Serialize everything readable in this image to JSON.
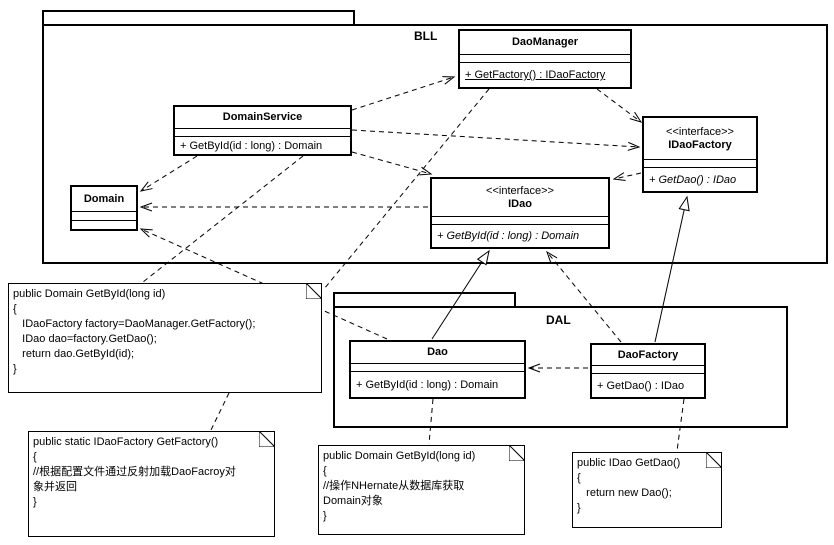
{
  "colors": {
    "line": "#000000",
    "background": "#ffffff"
  },
  "packages": {
    "bll": {
      "label": "BLL"
    },
    "dal": {
      "label": "DAL"
    }
  },
  "classes": {
    "daomanager": {
      "name": "DaoManager",
      "method": "+ GetFactory() : IDaoFactory"
    },
    "domainservice": {
      "name": "DomainService",
      "method": "+ GetById(id : long) : Domain"
    },
    "idaofactory": {
      "stereotype": "<<interface>>",
      "name": "IDaoFactory",
      "method": "+ GetDao() : IDao"
    },
    "idao": {
      "stereotype": "<<interface>>",
      "name": "IDao",
      "method": "+ GetById(id : long) : Domain"
    },
    "domain": {
      "name": "Domain"
    },
    "dao": {
      "name": "Dao",
      "method": "+ GetById(id : long) : Domain"
    },
    "daofactory": {
      "name": "DaoFactory",
      "method": "+ GetDao() : IDao"
    }
  },
  "notes": {
    "domainservice_getbyid": {
      "lines": [
        "public Domain GetById(long id)",
        "{",
        "   IDaoFactory factory=DaoManager.GetFactory();",
        "   IDao dao=factory.GetDao();",
        "   return dao.GetById(id);",
        "}"
      ]
    },
    "daomanager_getfactory": {
      "lines": [
        "public static IDaoFactory GetFactory()",
        "{",
        "//根据配置文件通过反射加载DaoFacroy对",
        "象并返回",
        "}"
      ]
    },
    "dao_getbyid": {
      "lines": [
        "public Domain GetById(long id)",
        "{",
        "//操作NHernate从数据库获取",
        "Domain对象",
        "}"
      ]
    },
    "daofactory_getdao": {
      "lines": [
        "public IDao GetDao()",
        "{",
        "   return new Dao();",
        "}"
      ]
    }
  }
}
